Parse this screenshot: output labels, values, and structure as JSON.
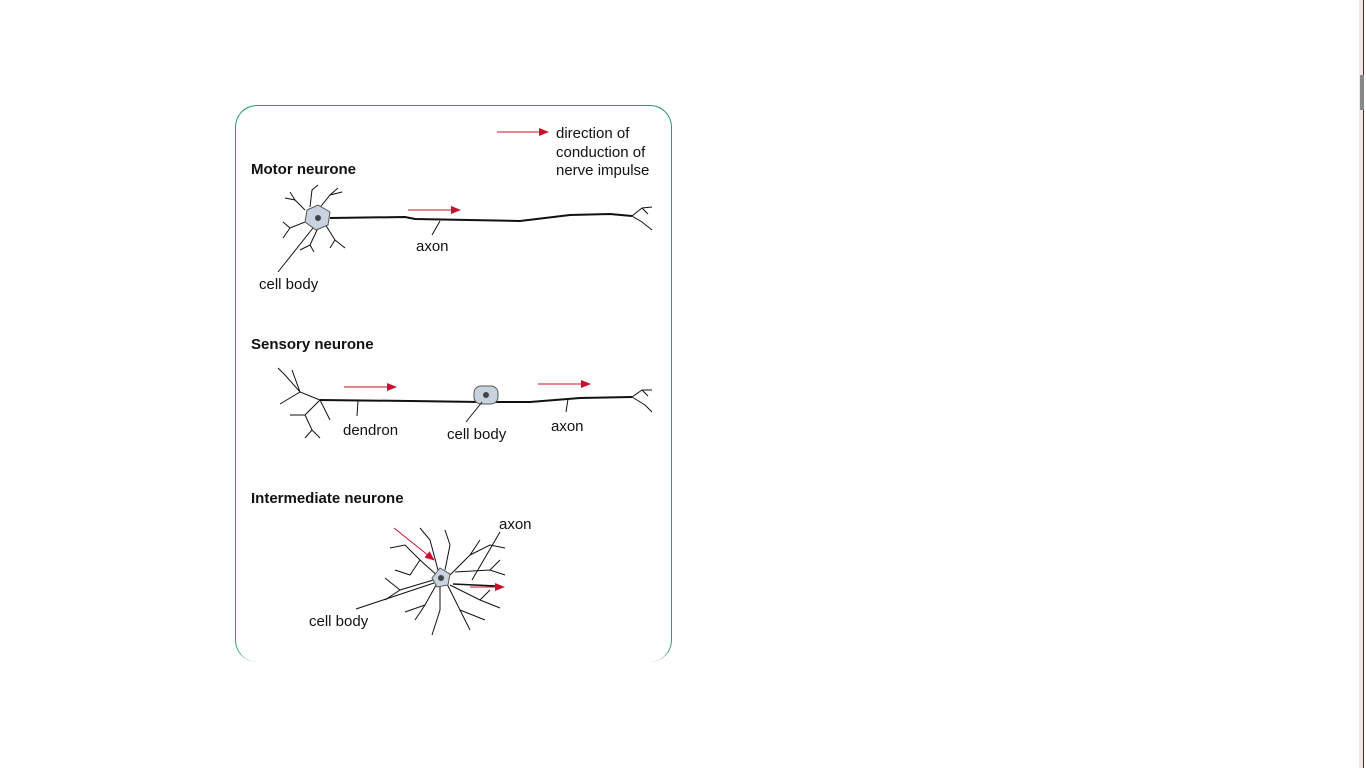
{
  "legend": {
    "line1": "direction of",
    "line2": "conduction of",
    "line3": "nerve impulse"
  },
  "motor": {
    "title": "Motor neurone",
    "axon": "axon",
    "cell_body": "cell body"
  },
  "sensory": {
    "title": "Sensory neurone",
    "dendron": "dendron",
    "cell_body": "cell body",
    "axon": "axon"
  },
  "intermediate": {
    "title": "Intermediate neurone",
    "axon": "axon",
    "cell_body": "cell body"
  },
  "colors": {
    "arrow": "#c8102e",
    "border": "#2a9a6e",
    "cell": "#c9d3e0"
  }
}
